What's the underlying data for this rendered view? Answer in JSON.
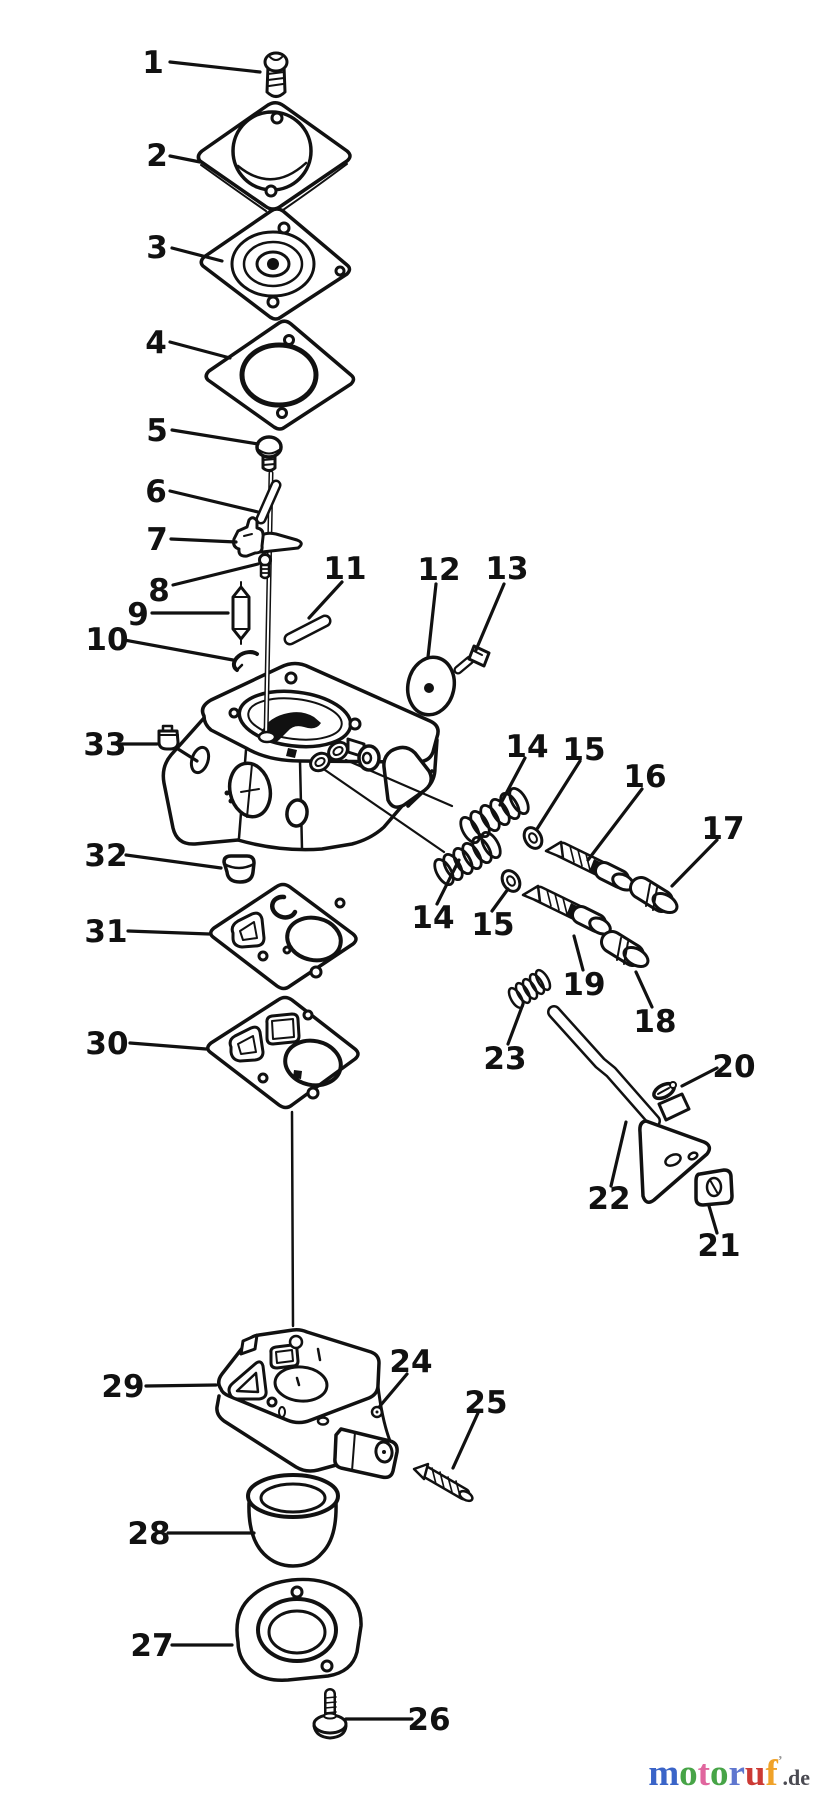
{
  "diagram": {
    "kind": "carburetor exploded parts diagram",
    "background": "#ffffff",
    "line_color": "#111111"
  },
  "callouts": [
    {
      "num": "1"
    },
    {
      "num": "2"
    },
    {
      "num": "3"
    },
    {
      "num": "4"
    },
    {
      "num": "5"
    },
    {
      "num": "6"
    },
    {
      "num": "7"
    },
    {
      "num": "8"
    },
    {
      "num": "9"
    },
    {
      "num": "10"
    },
    {
      "num": "11"
    },
    {
      "num": "12"
    },
    {
      "num": "13"
    },
    {
      "num": "33"
    },
    {
      "num": "14"
    },
    {
      "num": "15"
    },
    {
      "num": "16"
    },
    {
      "num": "17"
    },
    {
      "num": "14"
    },
    {
      "num": "15"
    },
    {
      "num": "19"
    },
    {
      "num": "18"
    },
    {
      "num": "23"
    },
    {
      "num": "20"
    },
    {
      "num": "22"
    },
    {
      "num": "21"
    },
    {
      "num": "32"
    },
    {
      "num": "31"
    },
    {
      "num": "30"
    },
    {
      "num": "29"
    },
    {
      "num": "24"
    },
    {
      "num": "25"
    },
    {
      "num": "28"
    },
    {
      "num": "27"
    },
    {
      "num": "26"
    }
  ],
  "watermark": {
    "word": [
      {
        "ch": "m",
        "color": "#3a64c8"
      },
      {
        "ch": "o",
        "color": "#47a447"
      },
      {
        "ch": "t",
        "color": "#e0669e"
      },
      {
        "ch": "o",
        "color": "#47a447"
      },
      {
        "ch": "r",
        "color": "#5f77cf"
      },
      {
        "ch": "u",
        "color": "#cc3a35"
      },
      {
        "ch": "f",
        "color": "#f0a229"
      }
    ],
    "mark": "’",
    "suffix": ".de",
    "suffix_color": "#4a4a52"
  }
}
